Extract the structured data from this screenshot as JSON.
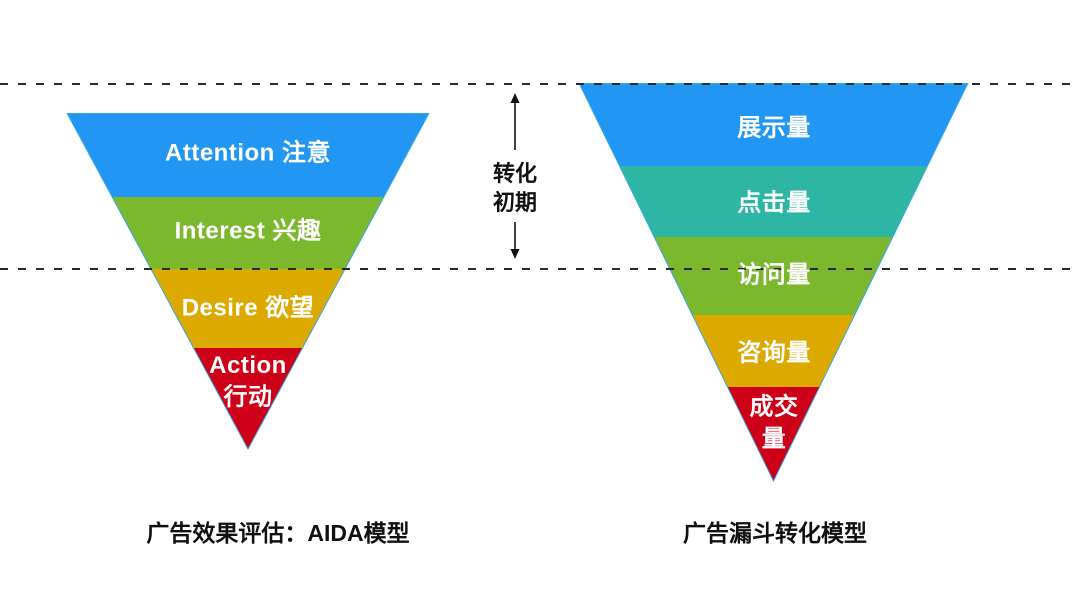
{
  "left_funnel": {
    "caption": "广告效果评估：AIDA模型",
    "layers": [
      {
        "lines": [
          "Attention 注意"
        ],
        "color": "#2196F3"
      },
      {
        "lines": [
          "Interest 兴趣"
        ],
        "color": "#7CB82E"
      },
      {
        "lines": [
          "Desire 欲望"
        ],
        "color": "#DBA900"
      },
      {
        "lines": [
          "Action",
          "行动"
        ],
        "color": "#CE0018"
      }
    ]
  },
  "right_funnel": {
    "caption": "广告漏斗转化模型",
    "layers": [
      {
        "lines": [
          "展示量"
        ],
        "color": "#2196F3"
      },
      {
        "lines": [
          "点击量"
        ],
        "color": "#2DB6A3"
      },
      {
        "lines": [
          "访问量"
        ],
        "color": "#7CB82E"
      },
      {
        "lines": [
          "咨询量"
        ],
        "color": "#DBA900"
      },
      {
        "lines": [
          "成交",
          "量"
        ],
        "color": "#CE0018"
      }
    ]
  },
  "annotation": {
    "lines": [
      "转化",
      "初期"
    ]
  },
  "colors": {
    "funnel_outline": "#36A9E1",
    "dashed_line": "#2A2A2A",
    "layer_text": "#FFFFFF",
    "caption_text": "#111111"
  }
}
